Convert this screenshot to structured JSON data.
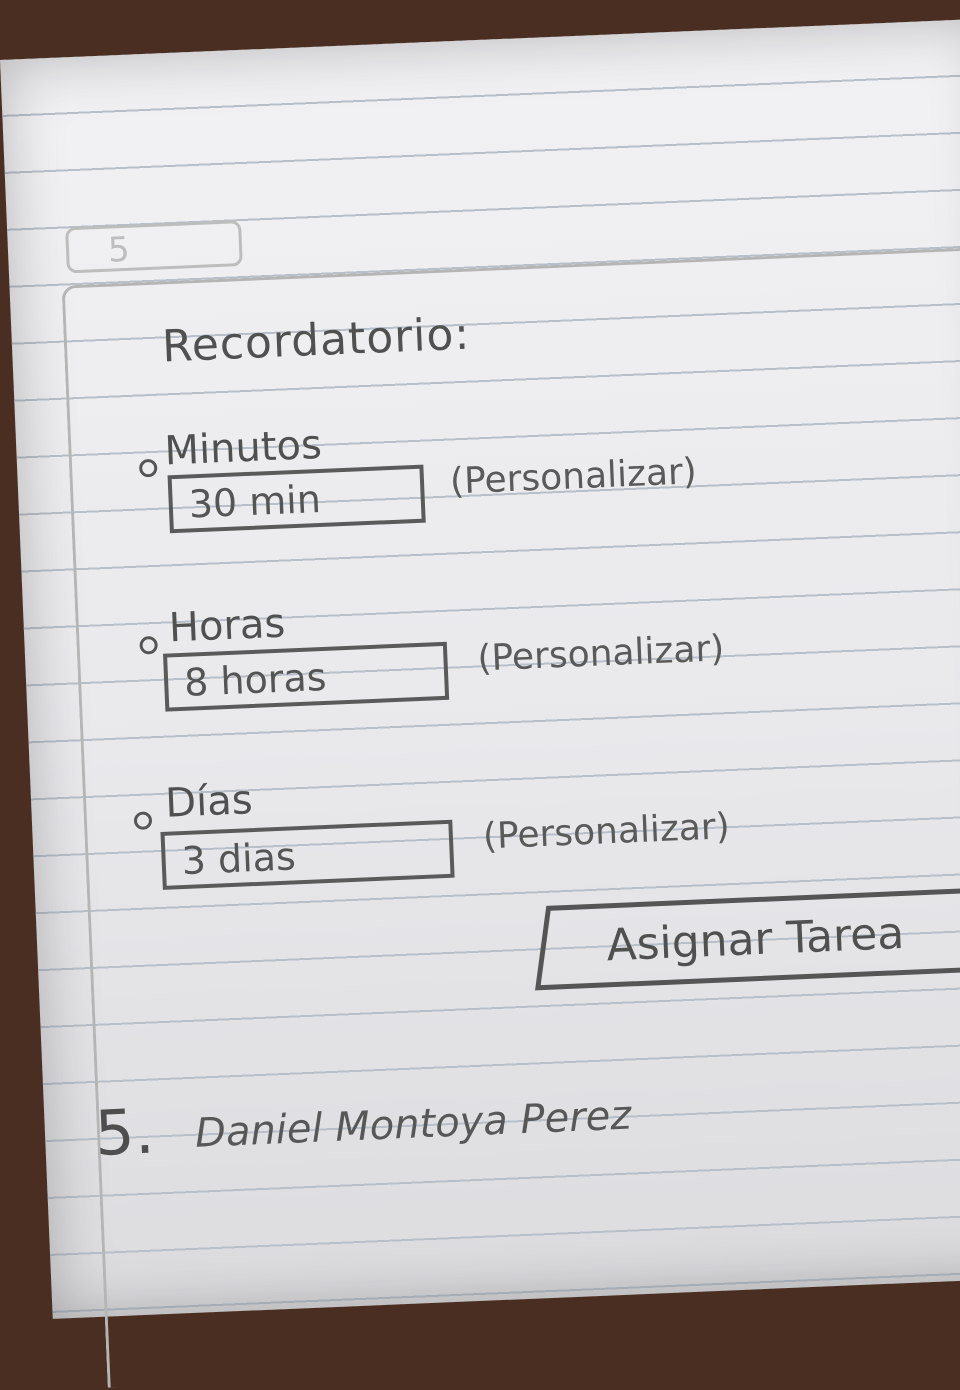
{
  "tab": {
    "number": "5"
  },
  "title": "Recordatorio:",
  "options": [
    {
      "label": "Minutos",
      "value": "30 min",
      "custom": "(Personalizar)"
    },
    {
      "label": "Horas",
      "value": "8 horas",
      "custom": "(Personalizar)"
    },
    {
      "label": "Días",
      "value": "3 dias",
      "custom": "(Personalizar)"
    }
  ],
  "assign_button": "Asignar Tarea",
  "footer": {
    "number": "5.",
    "name": "Daniel Montoya Perez"
  }
}
